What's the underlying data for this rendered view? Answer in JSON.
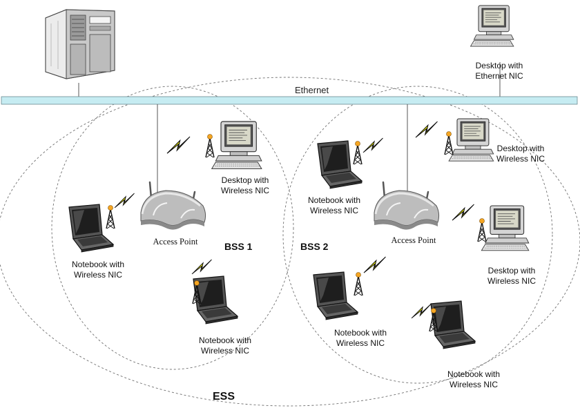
{
  "ethernet_label": "Ethernet",
  "bss": {
    "left": "BSS 1",
    "right": "BSS 2"
  },
  "ess_label": "ESS",
  "access_point_label": "Access Point",
  "desktop_ethernet": {
    "line1": "Desktop with",
    "line2": "Ethernet NIC"
  },
  "desktop_wireless": {
    "line1": "Desktop with",
    "line2": "Wireless NIC"
  },
  "notebook_wireless": {
    "line1": "Notebook with",
    "line2": "Wireless NIC"
  },
  "colors": {
    "ethernet_bar": "#c6ecf2",
    "ellipse_stroke": "#6f6f6f",
    "lightning": "#f2f20a",
    "antenna_tip": "#f5a623"
  },
  "icons": [
    "server-icon",
    "desktop-icon",
    "notebook-icon",
    "access-point-icon",
    "antenna-tower-icon",
    "lightning-icon"
  ]
}
